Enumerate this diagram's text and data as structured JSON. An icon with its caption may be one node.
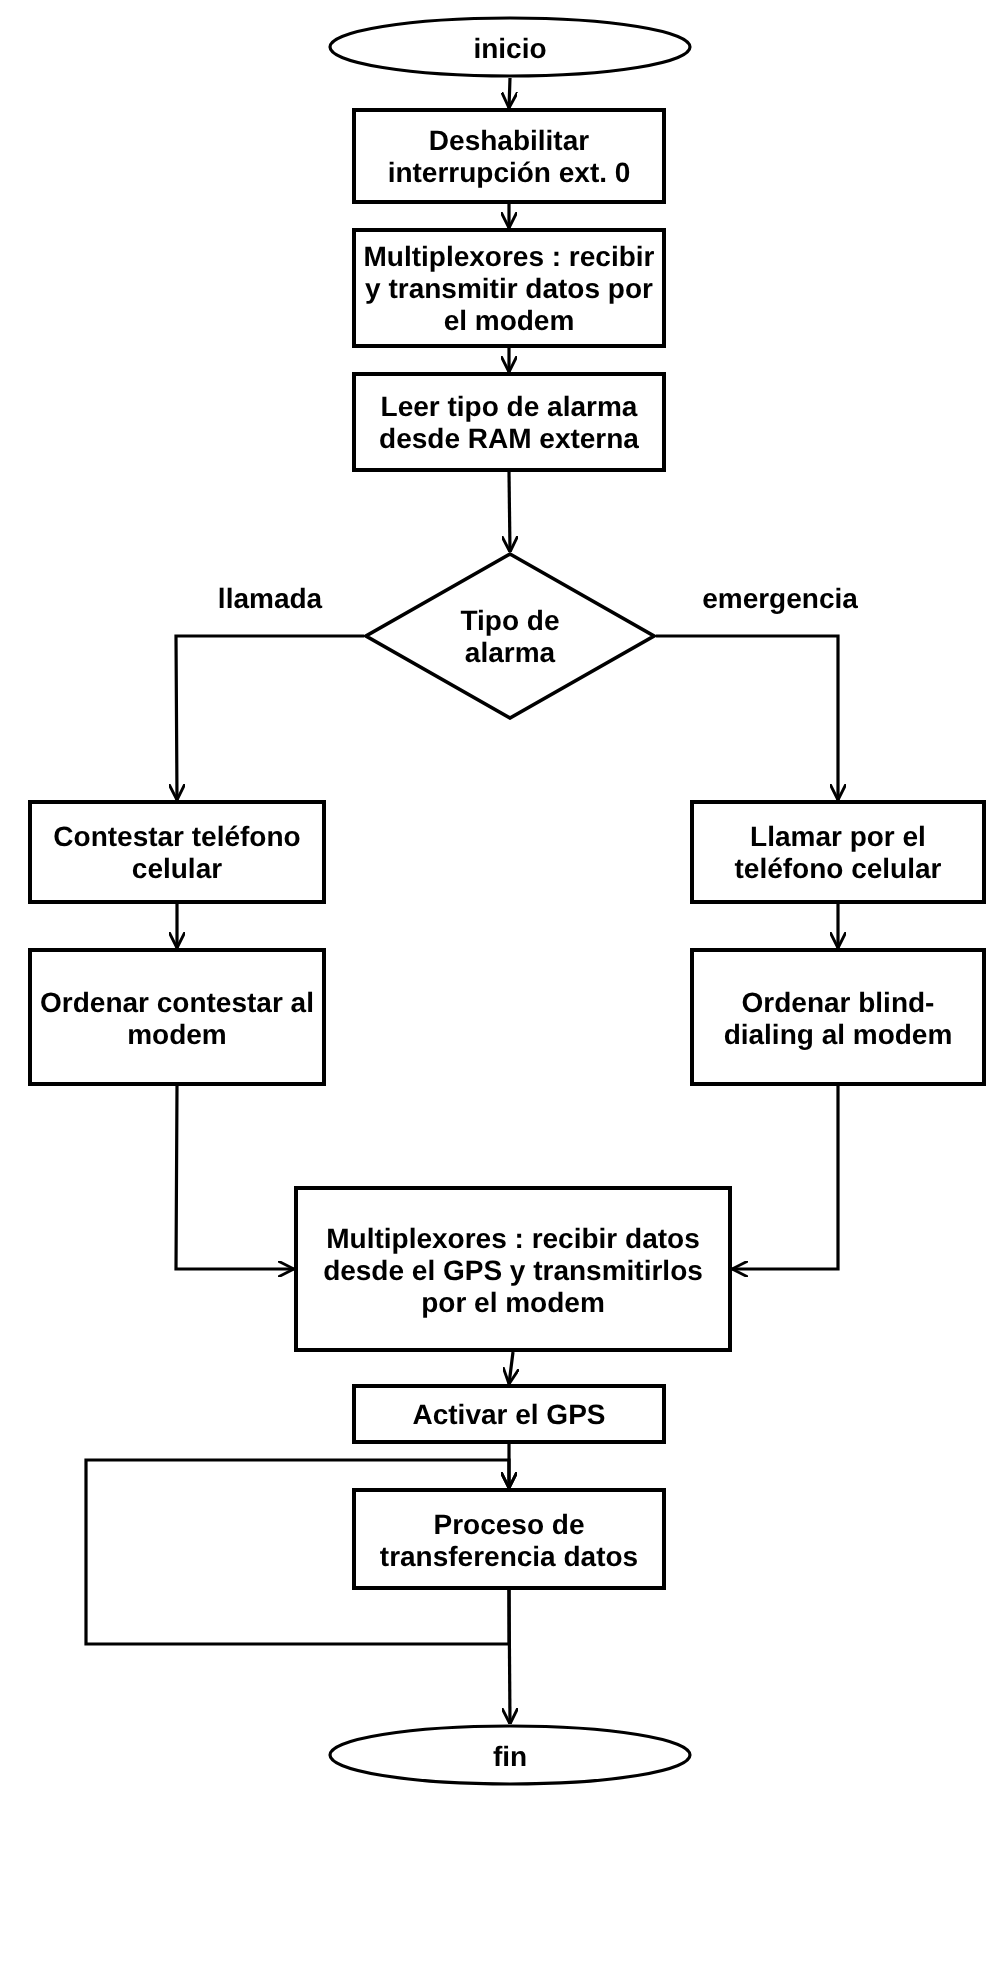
{
  "diagram": {
    "nodes": [
      {
        "text": [
          "inicio"
        ]
      },
      {
        "text": [
          "Deshabilitar interrupción ext. 0"
        ]
      },
      {
        "text": [
          "Multiplexores : recibir y transmitir datos por el modem"
        ]
      },
      {
        "text": [
          "Leer tipo de alarma desde RAM externa"
        ]
      },
      {
        "text": [
          "Tipo de alarma"
        ]
      },
      {
        "text": [
          "Contestar teléfono celular"
        ]
      },
      {
        "text": [
          "Llamar por el teléfono celular"
        ]
      },
      {
        "text": [
          "Ordenar contestar al modem"
        ]
      },
      {
        "text": [
          "Ordenar blind-dialing al modem"
        ]
      },
      {
        "text": [
          "Multiplexores : recibir datos desde el GPS y transmitirlos por el modem"
        ]
      },
      {
        "text": [
          "Activar el GPS"
        ]
      },
      {
        "text": [
          "Proceso de transferencia datos"
        ]
      },
      {
        "text": [
          "fin"
        ]
      }
    ],
    "edges": [
      {
        "from": 0,
        "to": 1,
        "arrow": "to"
      },
      {
        "from": 1,
        "to": 2,
        "arrow": "to"
      },
      {
        "from": 2,
        "to": 3,
        "arrow": "to"
      },
      {
        "from": 3,
        "to": 4,
        "arrow": "to"
      },
      {
        "from": 4,
        "to": 5,
        "arrow": "to",
        "label": "llamada"
      },
      {
        "from": 4,
        "to": 6,
        "arrow": "to",
        "label": "emergencia"
      },
      {
        "from": 5,
        "to": 7,
        "arrow": "to"
      },
      {
        "from": 6,
        "to": 8,
        "arrow": "to"
      },
      {
        "from": 7,
        "to": 9,
        "arrow": "to"
      },
      {
        "from": 8,
        "to": 9,
        "arrow": "to"
      },
      {
        "from": 9,
        "to": 10,
        "arrow": "to"
      },
      {
        "from": 10,
        "to": 11,
        "arrow": "to"
      },
      {
        "from": 11,
        "to": 11,
        "arrow": "to"
      },
      {
        "from": 11,
        "to": 12,
        "arrow": "to"
      }
    ]
  }
}
